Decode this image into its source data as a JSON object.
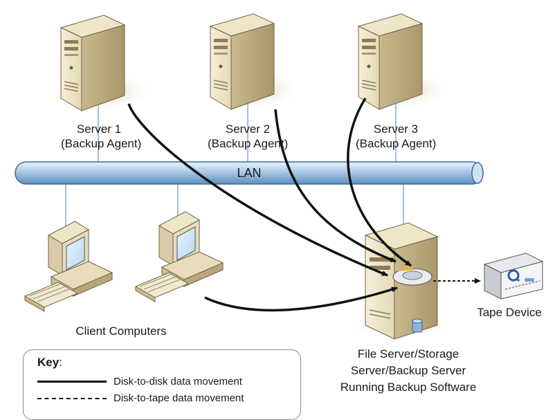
{
  "servers": [
    {
      "name": "Server 1",
      "role": "(Backup Agent)"
    },
    {
      "name": "Server 2",
      "role": "(Backup Agent)"
    },
    {
      "name": "Server 3",
      "role": "(Backup Agent)"
    }
  ],
  "network": {
    "label": "LAN"
  },
  "clients": {
    "label": "Client Computers"
  },
  "tape": {
    "label": "Tape Device"
  },
  "backup_server": {
    "line1": "File Server/Storage",
    "line2": "Server/Backup Server",
    "line3": "Running Backup Software"
  },
  "key": {
    "title": "Key",
    "title_suffix": ":",
    "solid": "Disk-to-disk data movement",
    "dashed": "Disk-to-tape data movement"
  }
}
